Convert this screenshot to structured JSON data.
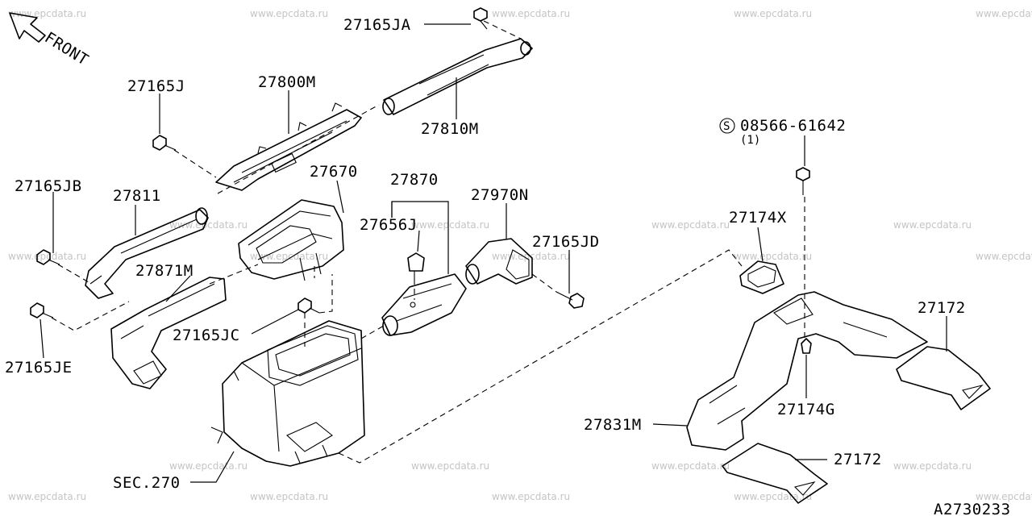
{
  "diagram": {
    "front_label": "FRONT",
    "watermark": "www.epcdata.ru",
    "ref_code": "A2730233",
    "screw_symbol": "S",
    "labels": {
      "p27165JA": "27165JA",
      "p27165J": "27165J",
      "p27800M": "27800M",
      "p27810M": "27810M",
      "p08566": "08566-61642",
      "p08566_qty": "(1)",
      "p27165JB": "27165JB",
      "p27811": "27811",
      "p27670": "27670",
      "p27870": "27870",
      "p27656J": "27656J",
      "p27970N": "27970N",
      "p27165JD": "27165JD",
      "p27174X": "27174X",
      "p27871M": "27871M",
      "p27165JC": "27165JC",
      "p27165JE": "27165JE",
      "p27172a": "27172",
      "p27174G": "27174G",
      "p27831M": "27831M",
      "p27172b": "27172",
      "sec270": "SEC.270"
    }
  }
}
